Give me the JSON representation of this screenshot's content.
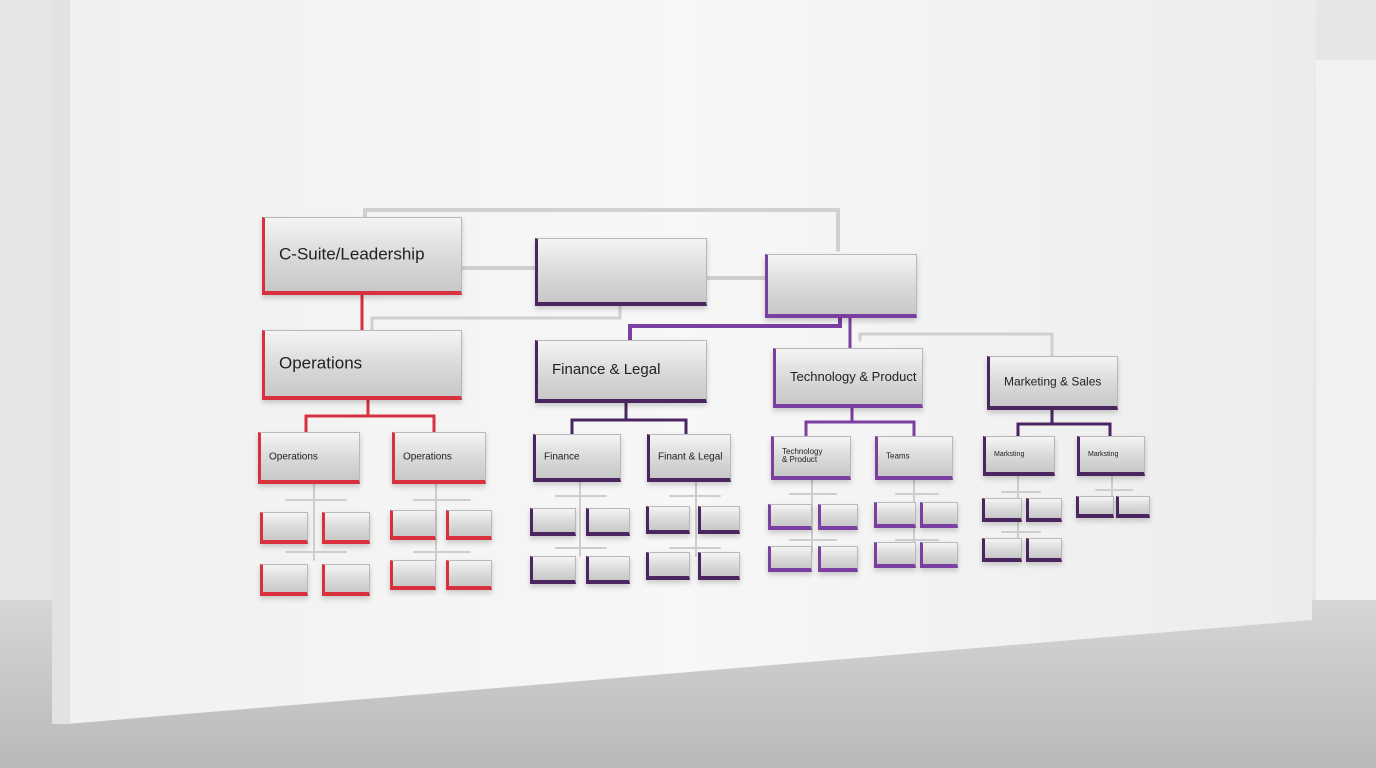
{
  "scene": {
    "colors": {
      "wall": "#f3f3f3",
      "floor": "#c9c9c9",
      "operations_accent": "#d8303d",
      "finance_accent": "#4b2560",
      "technology_accent": "#7a3fa0",
      "marketing_accent": "#4b2560"
    }
  },
  "org_chart": {
    "leadership": {
      "label": "C-Suite/Leadership"
    },
    "departments": {
      "operations": {
        "label": "Operations",
        "teams": [
          "Operations",
          "Operations"
        ]
      },
      "finance": {
        "label": "Finance & Legal",
        "teams": [
          "Finance",
          "Finant & Legal"
        ]
      },
      "technology": {
        "label": "Technology & Product",
        "teams": [
          "Technology\n& Product",
          "Teams"
        ]
      },
      "marketing": {
        "label": "Marketing & Sales",
        "teams": [
          "Marksting",
          "Marksting"
        ]
      }
    }
  }
}
